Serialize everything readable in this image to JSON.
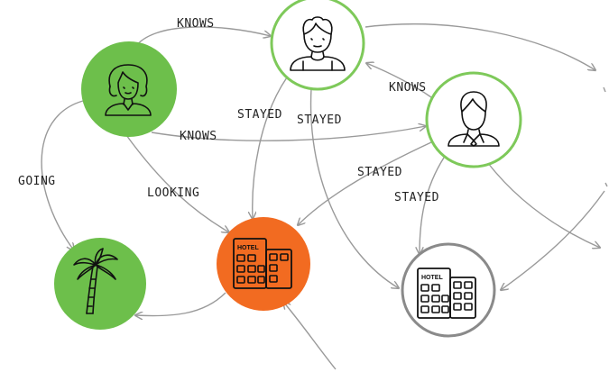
{
  "colors": {
    "green": "#6dbf4b",
    "green_ring": "#7ec95a",
    "orange": "#f26b21",
    "gray_ring": "#8a8a8a",
    "edge": "#9a9a9a"
  },
  "nodes": [
    {
      "id": "woman",
      "icon": "woman-icon",
      "fill": "green"
    },
    {
      "id": "man",
      "icon": "man-icon",
      "fill": "white-green-ring"
    },
    {
      "id": "businessman",
      "icon": "businessman-icon",
      "fill": "white-green-ring"
    },
    {
      "id": "beach",
      "icon": "palm-tree-icon",
      "fill": "green"
    },
    {
      "id": "hotel_orange",
      "icon": "hotel-icon",
      "label": "HOTEL",
      "fill": "orange"
    },
    {
      "id": "hotel_gray",
      "icon": "hotel-icon",
      "label": "HOTEL",
      "fill": "white-gray-ring"
    }
  ],
  "edges": [
    {
      "from": "woman",
      "to": "man",
      "label": "KNOWS"
    },
    {
      "from": "woman",
      "to": "businessman",
      "label": "KNOWS"
    },
    {
      "from": "businessman",
      "to": "man",
      "label": "KNOWS"
    },
    {
      "from": "woman",
      "to": "beach",
      "label": "GOING"
    },
    {
      "from": "woman",
      "to": "hotel_orange",
      "label": "LOOKING"
    },
    {
      "from": "man",
      "to": "hotel_orange",
      "label": "STAYED"
    },
    {
      "from": "man",
      "to": "hotel_gray",
      "label": "STAYED"
    },
    {
      "from": "businessman",
      "to": "hotel_orange",
      "label": "STAYED"
    },
    {
      "from": "businessman",
      "to": "hotel_gray",
      "label": "STAYED"
    },
    {
      "from": "hotel_orange",
      "to": "beach",
      "label": ""
    }
  ],
  "labels": {
    "knows_1": "KNOWS",
    "knows_2": "KNOWS",
    "knows_3": "KNOWS",
    "going": "GOING",
    "looking": "LOOKING",
    "stayed_1": "STAYED",
    "stayed_2": "STAYED",
    "stayed_3": "STAYED",
    "stayed_4": "STAYED",
    "hotel_1": "HOTEL",
    "hotel_2": "HOTEL"
  }
}
